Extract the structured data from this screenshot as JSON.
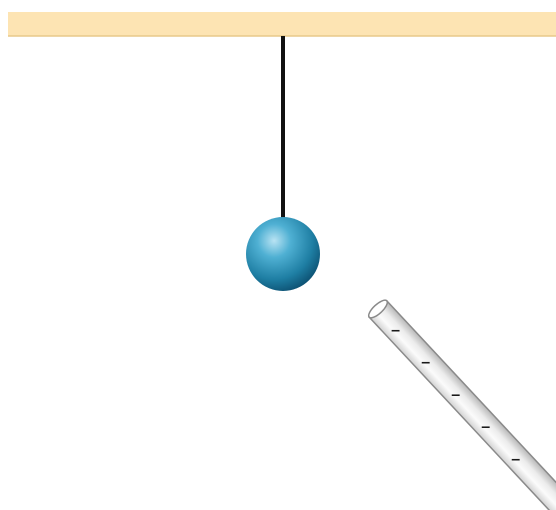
{
  "figure": {
    "type": "physics-illustration",
    "description_elements": [
      "ceiling-support",
      "string",
      "sphere",
      "rod"
    ]
  },
  "ceiling": {
    "color": "#fde4b3",
    "edge_color": "#e8c98a"
  },
  "string": {
    "color": "#111111"
  },
  "sphere": {
    "highlight_color": "#b9e3f3",
    "mid_color": "#1e8fb6",
    "shadow_color": "#0a4a6b"
  },
  "rod": {
    "fill_light": "#f7f7f7",
    "fill_dark": "#c9c9c9",
    "outline_color": "#8a8a8a",
    "charge_sign": "–",
    "charges": [
      "–",
      "–",
      "–",
      "–",
      "–"
    ]
  }
}
